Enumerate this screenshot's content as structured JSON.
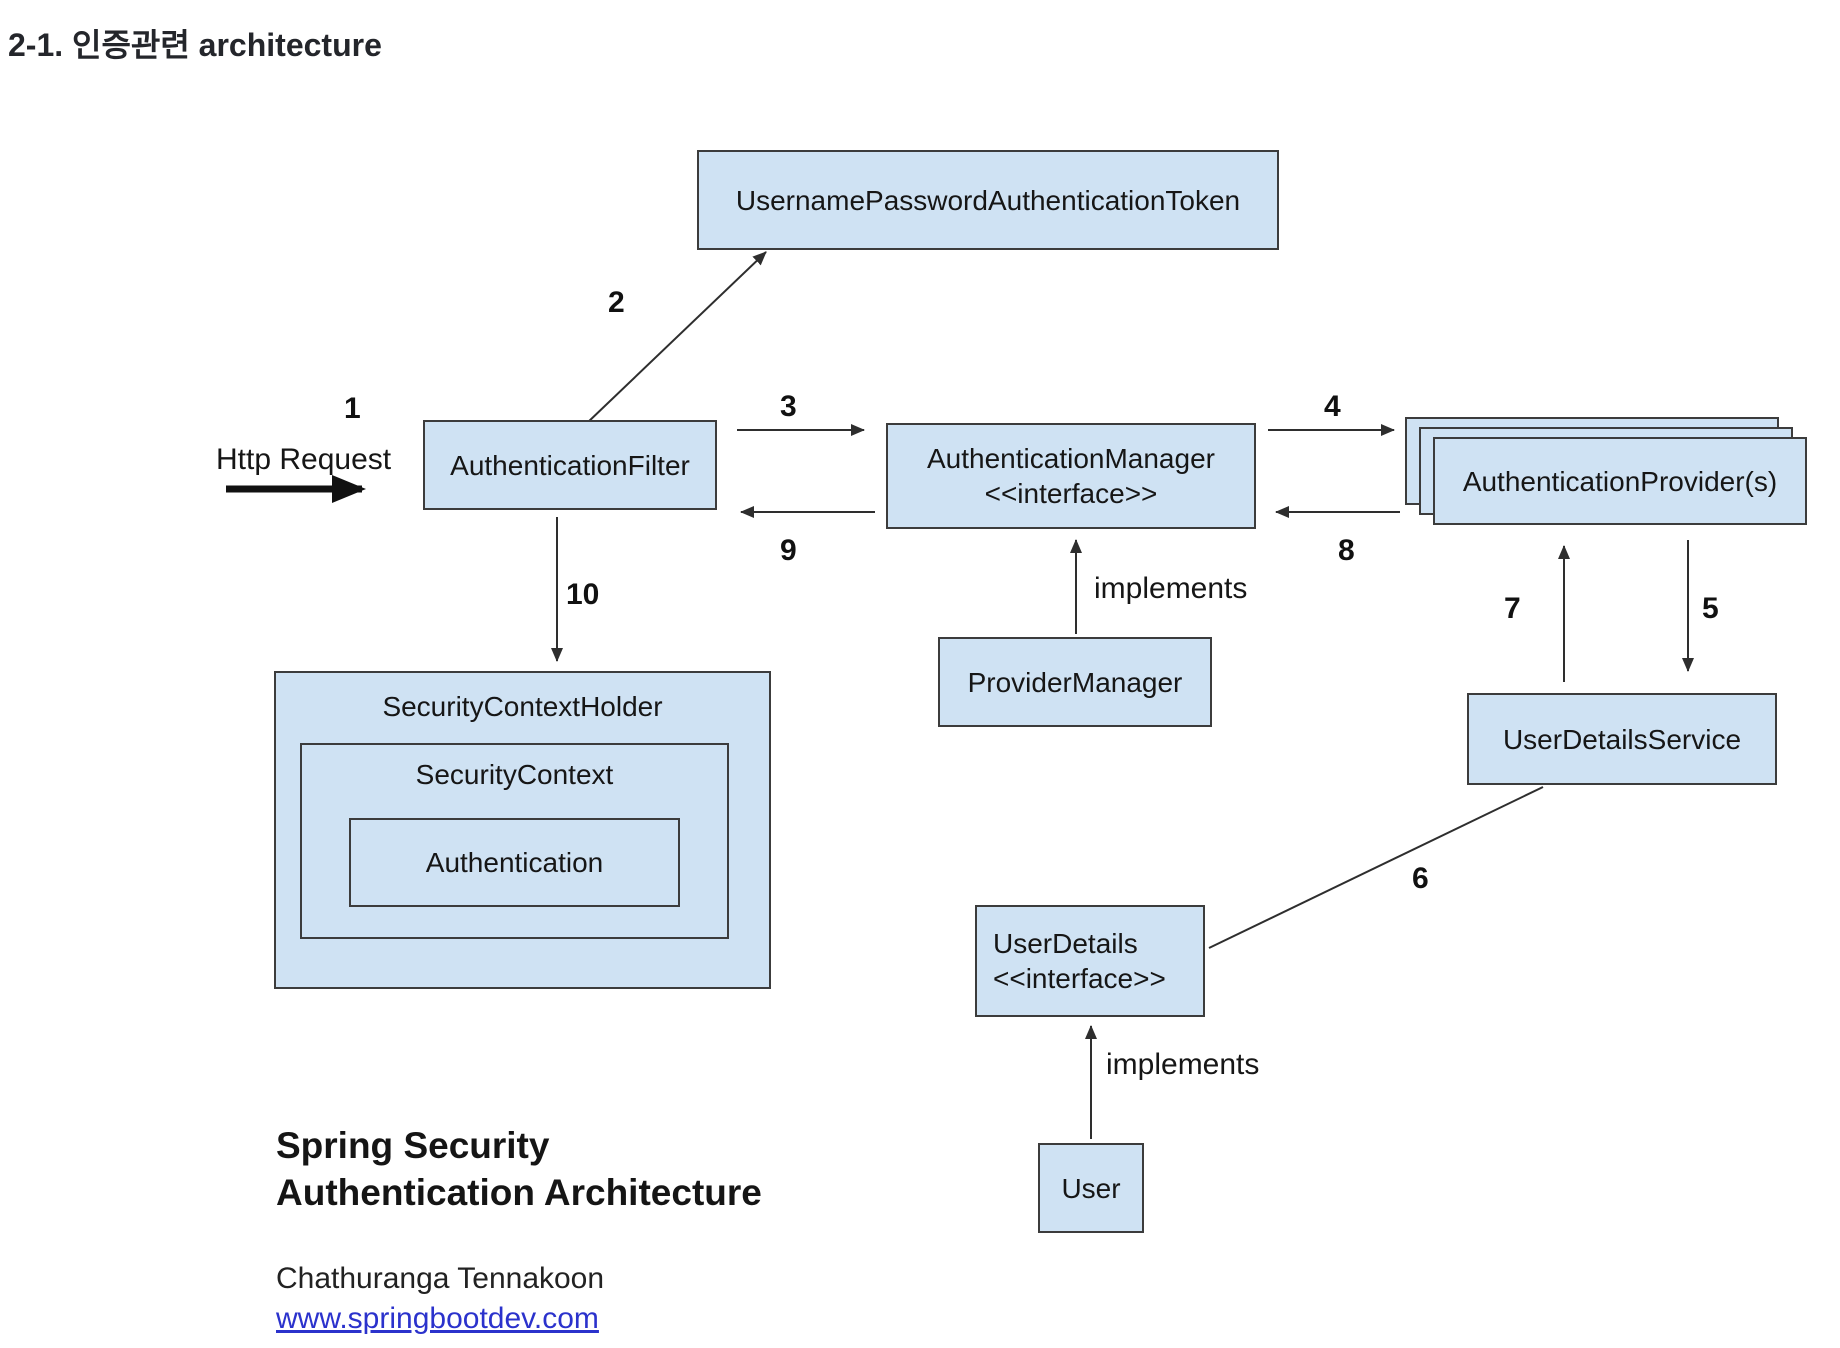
{
  "page": {
    "title": "2-1. 인증관련 architecture"
  },
  "diagram": {
    "nodes": {
      "token": {
        "label": "UsernamePasswordAuthenticationToken"
      },
      "filter": {
        "label": "AuthenticationFilter"
      },
      "manager": {
        "label": "AuthenticationManager",
        "stereotype": "<<interface>>"
      },
      "provider": {
        "label": "AuthenticationProvider(s)"
      },
      "provider_manager": {
        "label": "ProviderManager"
      },
      "user_details_service": {
        "label": "UserDetailsService"
      },
      "user_details": {
        "label": "UserDetails",
        "stereotype": "<<interface>>"
      },
      "user": {
        "label": "User"
      },
      "security_context_holder": {
        "label": "SecurityContextHolder"
      },
      "security_context": {
        "label": "SecurityContext"
      },
      "authentication": {
        "label": "Authentication"
      }
    },
    "steps": {
      "1": "1",
      "2": "2",
      "3": "3",
      "4": "4",
      "5": "5",
      "6": "6",
      "7": "7",
      "8": "8",
      "9": "9",
      "10": "10"
    },
    "labels": {
      "http_request": "Http Request",
      "implements_manager": "implements",
      "implements_user": "implements"
    },
    "colors": {
      "node_fill": "#cfe2f3",
      "node_border": "#3c3c3c",
      "arrow": "#2e2e2e",
      "link_blue": "#2b32cc"
    }
  },
  "footer": {
    "title_line1": "Spring Security",
    "title_line2": "Authentication Architecture",
    "author": "Chathuranga Tennakoon",
    "website": "www.springbootdev.com"
  }
}
